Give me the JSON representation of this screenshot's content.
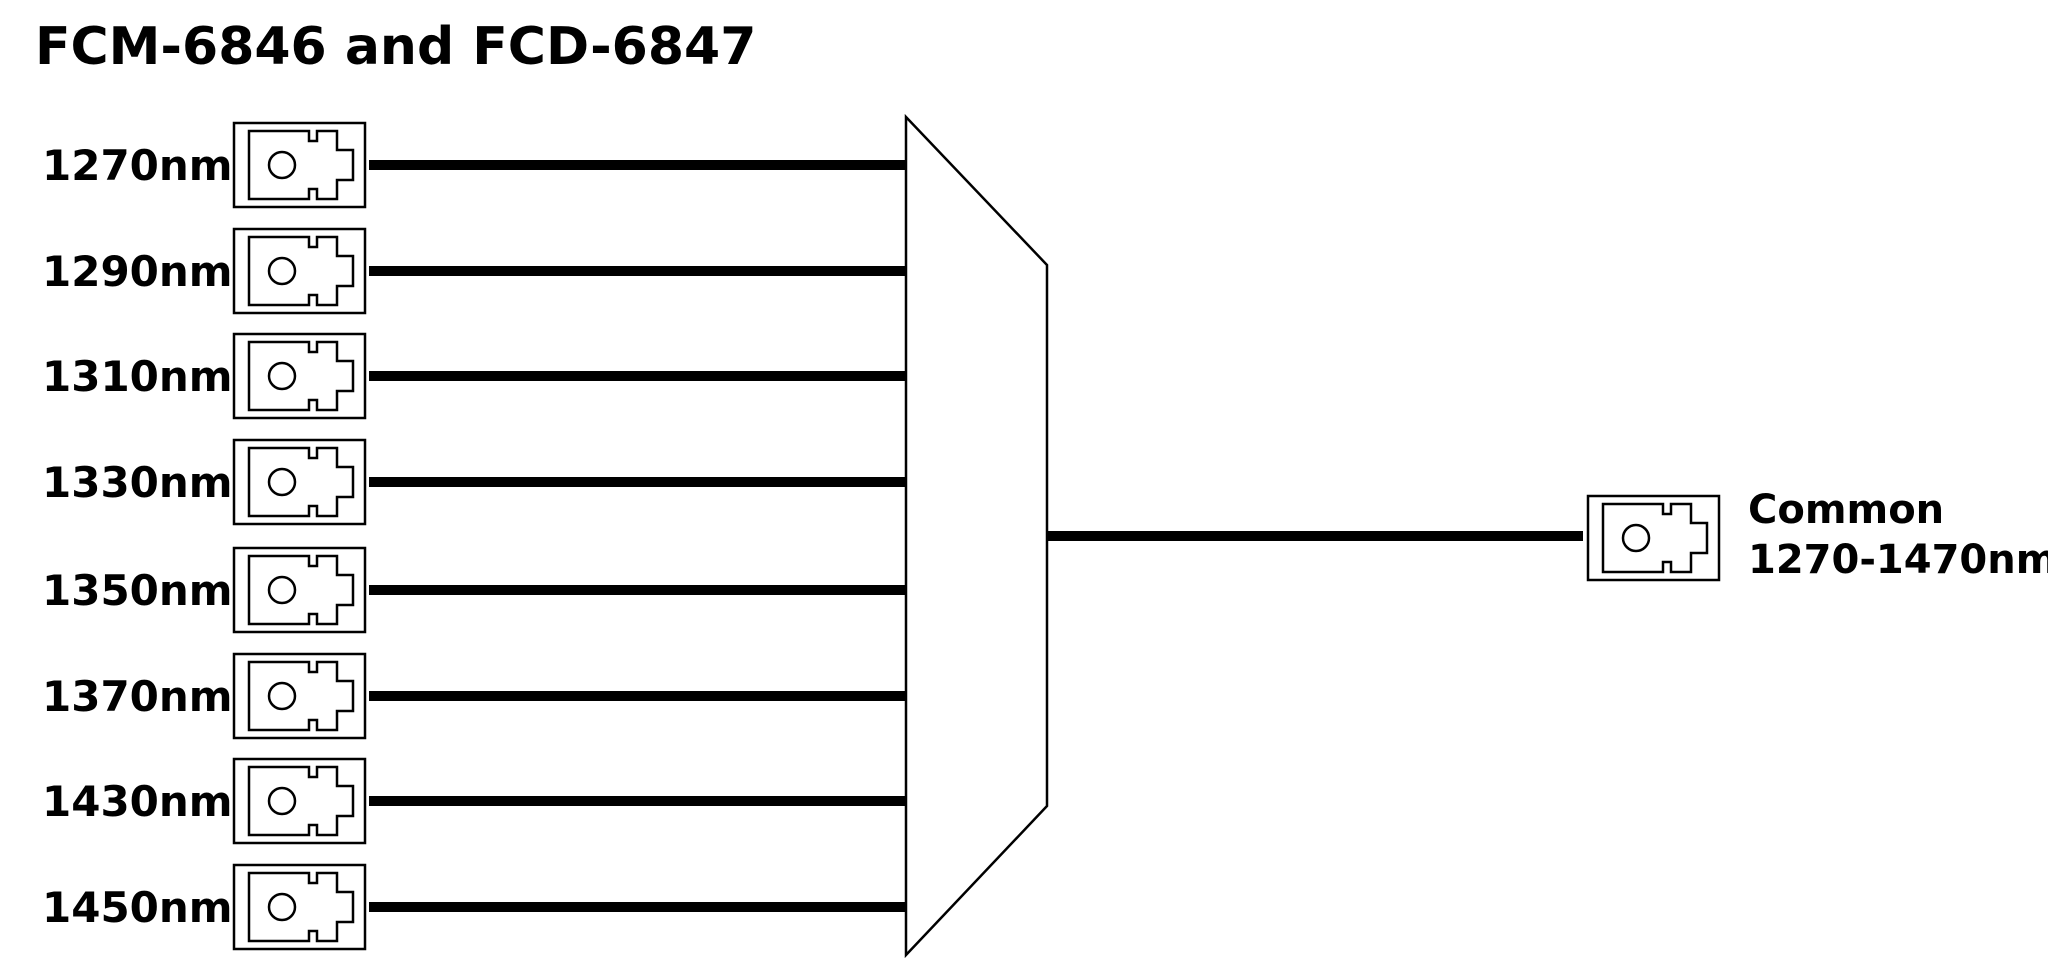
{
  "title": "FCM-6846 and FCD-6847",
  "ports": [
    {
      "label": "1270nm"
    },
    {
      "label": "1290nm"
    },
    {
      "label": "1310nm"
    },
    {
      "label": "1330nm"
    },
    {
      "label": "1350nm"
    },
    {
      "label": "1370nm"
    },
    {
      "label": "1430nm"
    },
    {
      "label": "1450nm"
    }
  ],
  "common": {
    "line1": "Common",
    "line2": "1270-1470nm"
  },
  "colors": {
    "stroke": "#000000",
    "background": "#ffffff"
  }
}
